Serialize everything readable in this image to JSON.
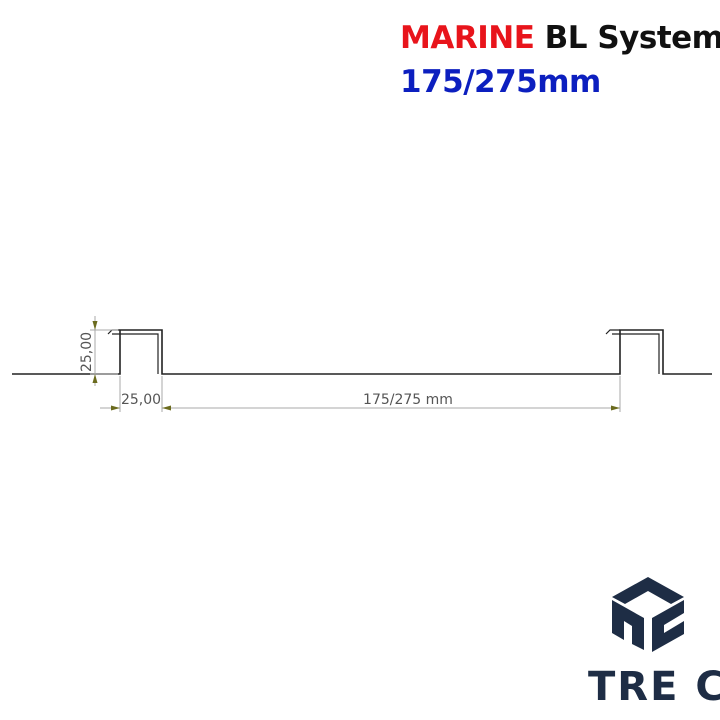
{
  "header": {
    "title_accent": "MARINE",
    "title_rest": " BL System",
    "subtitle": "175/275mm",
    "colors": {
      "accent": "#e8141b",
      "subtitle": "#0c1fbf",
      "text": "#111111"
    }
  },
  "drawing": {
    "dim_height": "25,00",
    "dim_width": "25,00",
    "dim_span": "175/275 mm",
    "colors": {
      "profile": "#222222",
      "dimension": "#a8a8a8",
      "arrow": "#6b6b1e"
    }
  },
  "logo": {
    "text": "TRE C",
    "icon": "tre-c-cube-icon",
    "color": "#1e2d45"
  }
}
